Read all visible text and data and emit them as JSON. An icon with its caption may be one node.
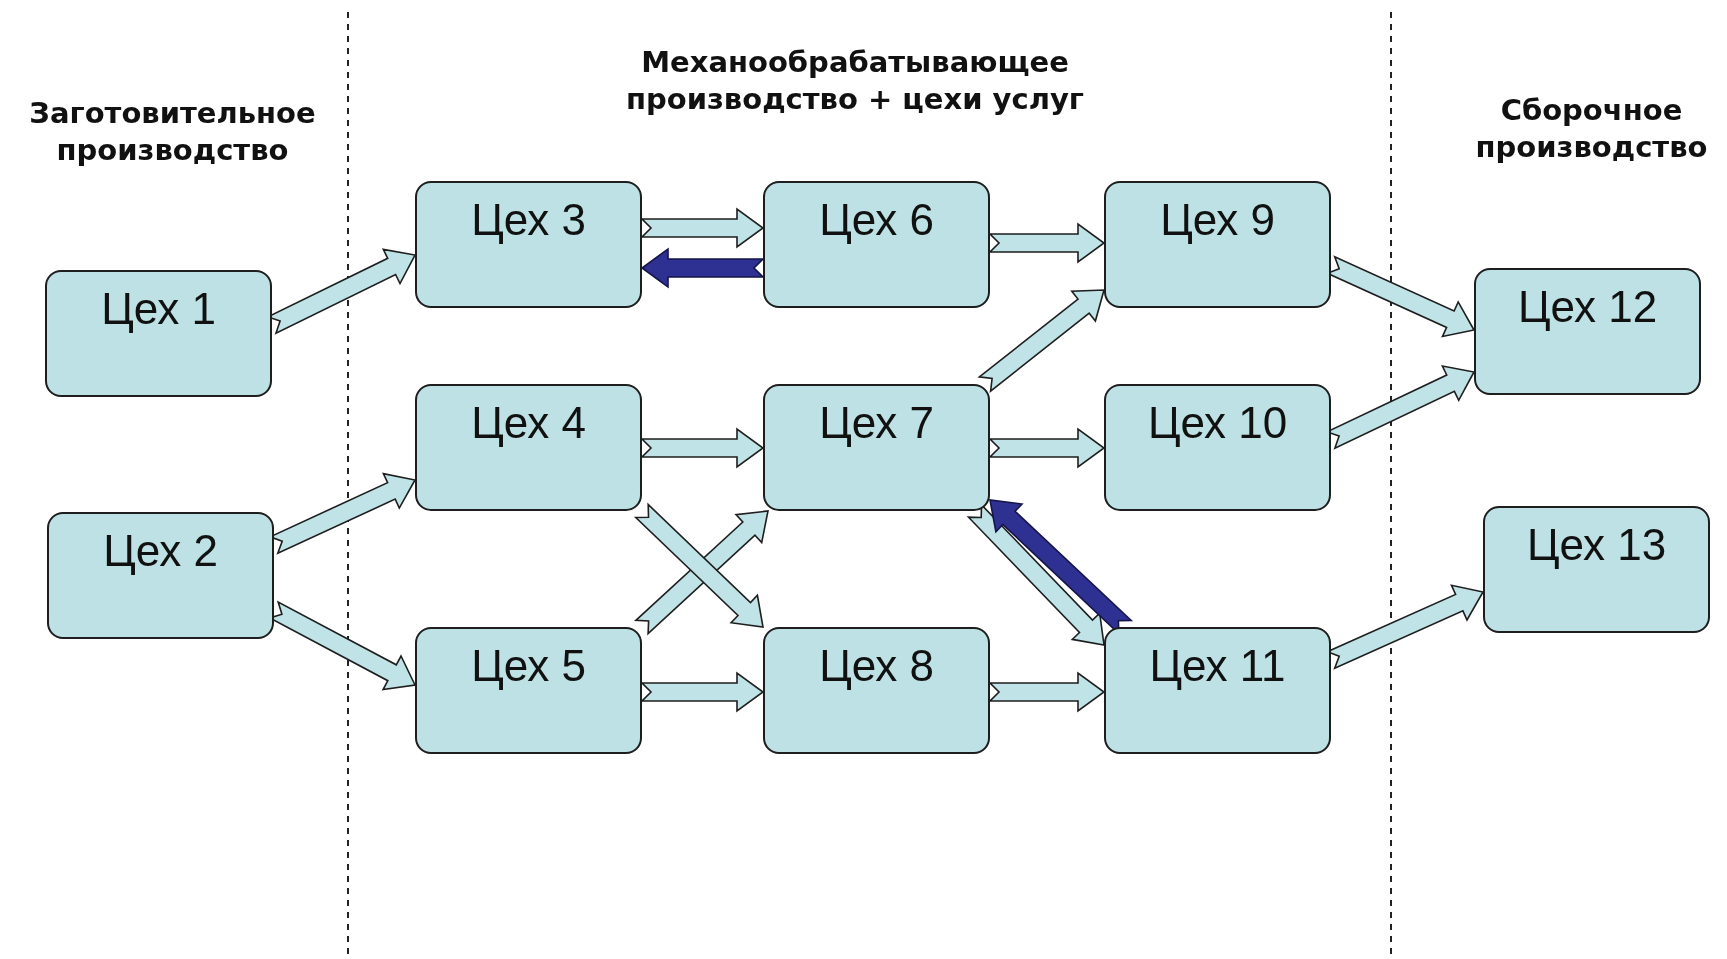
{
  "diagram": {
    "nodes": [
      {
        "text": [
          "Цех 1"
        ]
      },
      {
        "text": [
          "Цех 2"
        ]
      },
      {
        "text": [
          "Цех 3"
        ]
      },
      {
        "text": [
          "Цех 4"
        ]
      },
      {
        "text": [
          "Цех 5"
        ]
      },
      {
        "text": [
          "Цех 6"
        ]
      },
      {
        "text": [
          "Цех 7"
        ]
      },
      {
        "text": [
          "Цех 8"
        ]
      },
      {
        "text": [
          "Цех 9"
        ]
      },
      {
        "text": [
          "Цех 10"
        ]
      },
      {
        "text": [
          "Цех 11"
        ]
      },
      {
        "text": [
          "Цех 12"
        ]
      },
      {
        "text": [
          "Цех 13"
        ]
      }
    ],
    "edges": [
      {
        "from": 0,
        "to": 2,
        "arrow": "to"
      },
      {
        "from": 2,
        "to": 5,
        "arrow": "to"
      },
      {
        "from": 5,
        "to": 2,
        "arrow": "to",
        "color": "#2e3192"
      },
      {
        "from": 5,
        "to": 8,
        "arrow": "to"
      },
      {
        "from": 6,
        "to": 8,
        "arrow": "to"
      },
      {
        "from": 8,
        "to": 11,
        "arrow": "to"
      },
      {
        "from": 1,
        "to": 3,
        "arrow": "to"
      },
      {
        "from": 3,
        "to": 6,
        "arrow": "to"
      },
      {
        "from": 6,
        "to": 9,
        "arrow": "to"
      },
      {
        "from": 9,
        "to": 11,
        "arrow": "to"
      },
      {
        "from": 1,
        "to": 4,
        "arrow": "to"
      },
      {
        "from": 4,
        "to": 7,
        "arrow": "to"
      },
      {
        "from": 7,
        "to": 10,
        "arrow": "to"
      },
      {
        "from": 10,
        "to": 12,
        "arrow": "to"
      },
      {
        "from": 4,
        "to": 6,
        "arrow": "to"
      },
      {
        "from": 3,
        "to": 7,
        "arrow": "to"
      },
      {
        "from": 6,
        "to": 10,
        "arrow": "to"
      },
      {
        "from": 10,
        "to": 6,
        "arrow": "to",
        "color": "#2e3192"
      }
    ],
    "labels": [
      "Заготовительное производство",
      "Механообрабатывающее производство + цехи услуг",
      "Сборочное производство"
    ]
  }
}
